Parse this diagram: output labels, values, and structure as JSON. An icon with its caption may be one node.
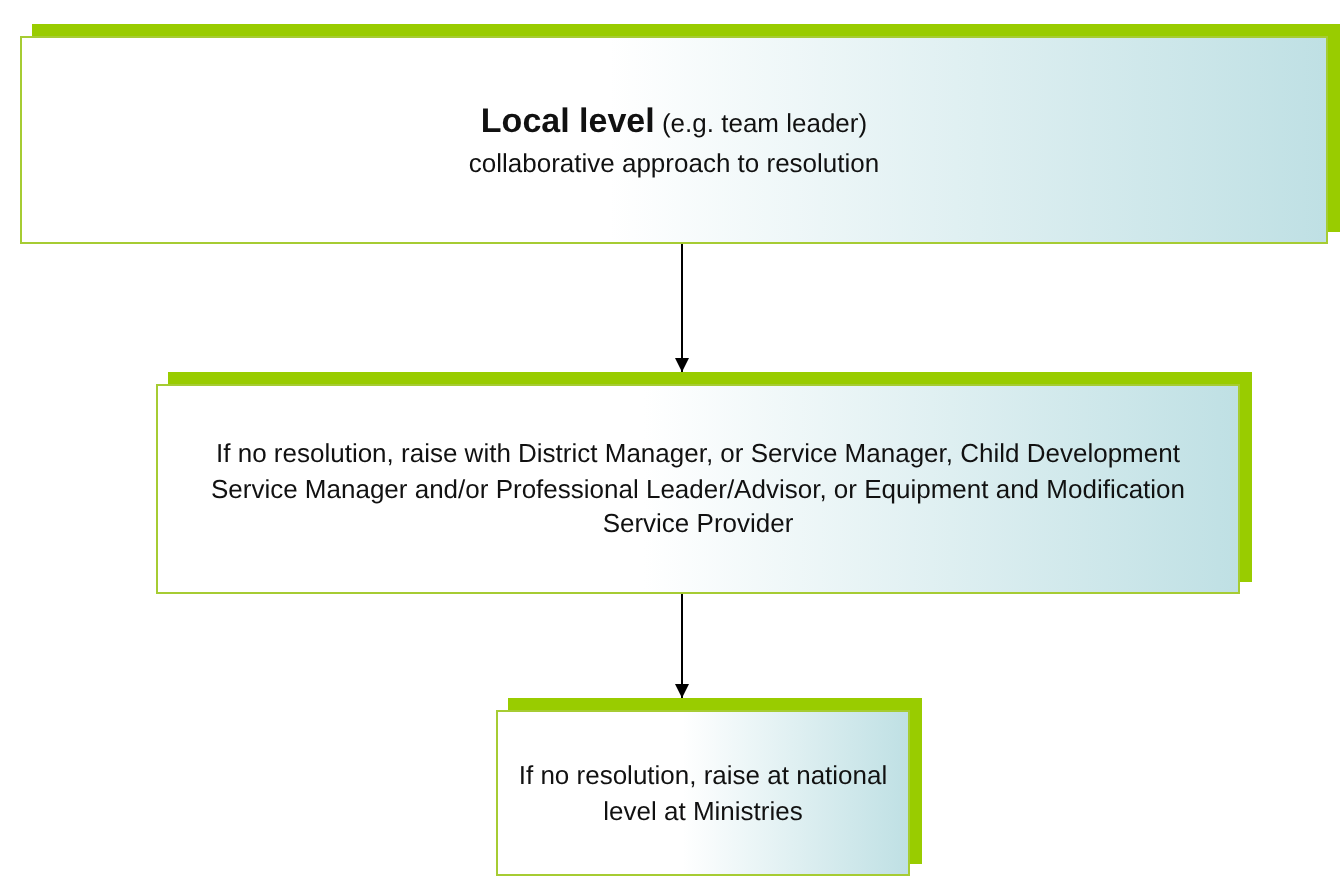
{
  "diagram": {
    "nodes": [
      {
        "text": [
          "**Local level** (e.g. team leader)",
          "collaborative approach to resolution"
        ]
      },
      {
        "text": [
          "If no resolution, raise with District Manager, or Service Manager, Child Development Service Manager and/or Professional Leader/Advisor, or Equipment and Modification Service Provider"
        ]
      },
      {
        "text": [
          "If no resolution, raise at national level at Ministries"
        ]
      }
    ],
    "edges": [
      {
        "from": 0,
        "to": 1,
        "arrow": "to"
      },
      {
        "from": 1,
        "to": 2,
        "arrow": "to"
      }
    ]
  }
}
